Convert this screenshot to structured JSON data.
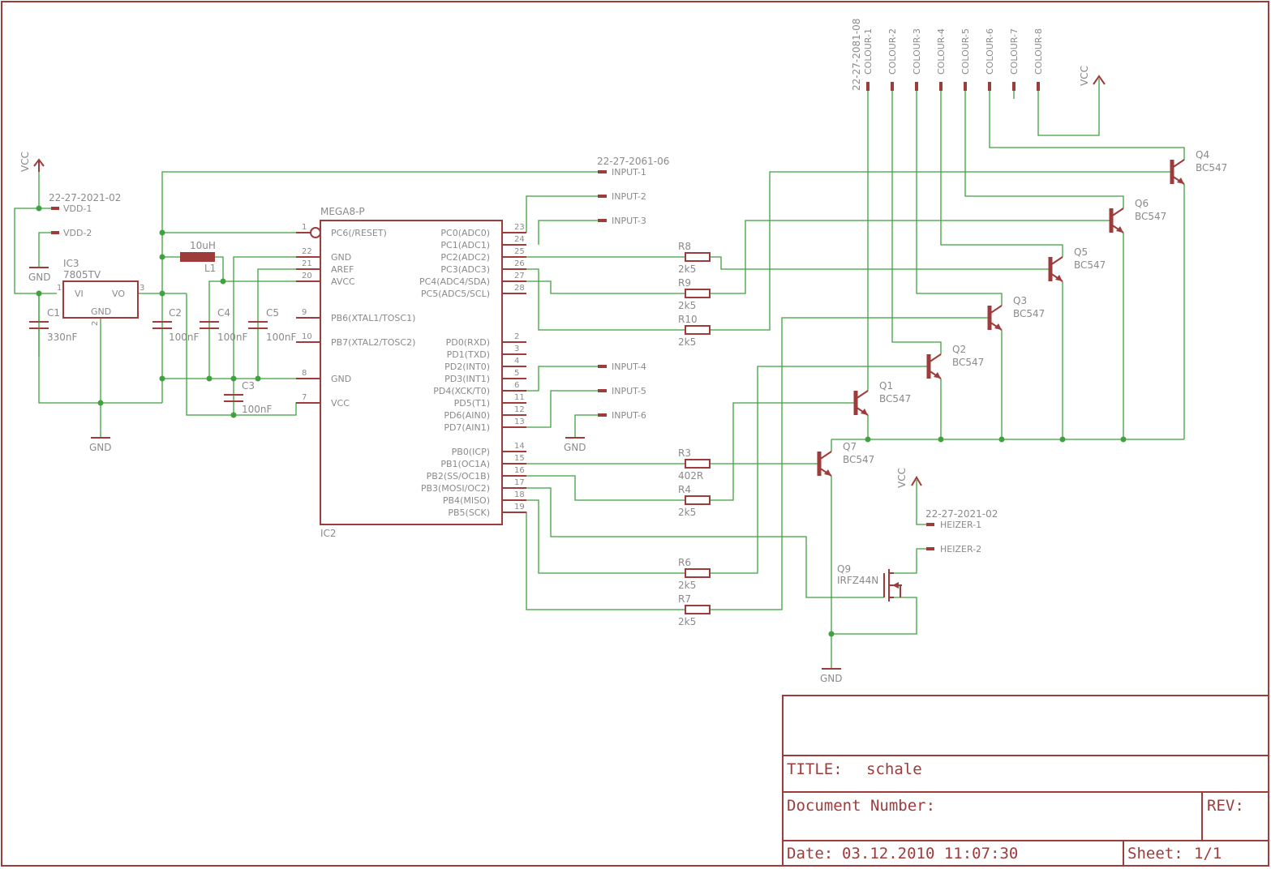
{
  "frame": {
    "title_label": "TITLE:",
    "title": "schale",
    "docnum_label": "Document Number:",
    "rev_label": "REV:",
    "date_label": "Date:",
    "date": "03.12.2010 11:07:30",
    "sheet_label": "Sheet:",
    "sheet": "1/1"
  },
  "power": {
    "vcc": "VCC",
    "gnd": "GND"
  },
  "mcu": {
    "name": "MEGA8-P",
    "ref": "IC2",
    "left_pins": [
      {
        "num": "1",
        "name": "PC6(/RESET)"
      },
      {
        "num": "22",
        "name": "GND"
      },
      {
        "num": "21",
        "name": "AREF"
      },
      {
        "num": "20",
        "name": "AVCC"
      },
      {
        "num": "9",
        "name": "PB6(XTAL1/TOSC1)"
      },
      {
        "num": "10",
        "name": "PB7(XTAL2/TOSC2)"
      },
      {
        "num": "8",
        "name": "GND"
      },
      {
        "num": "7",
        "name": "VCC"
      }
    ],
    "right_pins": [
      {
        "num": "23",
        "name": "PC0(ADC0)"
      },
      {
        "num": "24",
        "name": "PC1(ADC1)"
      },
      {
        "num": "25",
        "name": "PC2(ADC2)"
      },
      {
        "num": "26",
        "name": "PC3(ADC3)"
      },
      {
        "num": "27",
        "name": "PC4(ADC4/SDA)"
      },
      {
        "num": "28",
        "name": "PC5(ADC5/SCL)"
      },
      {
        "num": "2",
        "name": "PD0(RXD)"
      },
      {
        "num": "3",
        "name": "PD1(TXD)"
      },
      {
        "num": "4",
        "name": "PD2(INT0)"
      },
      {
        "num": "5",
        "name": "PD3(INT1)"
      },
      {
        "num": "6",
        "name": "PD4(XCK/T0)"
      },
      {
        "num": "11",
        "name": "PD5(T1)"
      },
      {
        "num": "12",
        "name": "PD6(AIN0)"
      },
      {
        "num": "13",
        "name": "PD7(AIN1)"
      },
      {
        "num": "14",
        "name": "PB0(ICP)"
      },
      {
        "num": "15",
        "name": "PB1(OC1A)"
      },
      {
        "num": "16",
        "name": "PB2(SS/OC1B)"
      },
      {
        "num": "17",
        "name": "PB3(MOSI/OC2)"
      },
      {
        "num": "18",
        "name": "PB4(MISO)"
      },
      {
        "num": "19",
        "name": "PB5(SCK)"
      }
    ]
  },
  "regulator": {
    "ref": "IC3",
    "value": "7805TV",
    "vi": "VI",
    "vo": "VO",
    "gnd": "GND",
    "pin1": "1",
    "pin2": "2",
    "pin3": "3"
  },
  "capacitors": [
    {
      "ref": "C1",
      "value": "330nF"
    },
    {
      "ref": "C2",
      "value": "100nF"
    },
    {
      "ref": "C4",
      "value": "100nF"
    },
    {
      "ref": "C5",
      "value": "100nF"
    },
    {
      "ref": "C3",
      "value": "100nF"
    }
  ],
  "inductor": {
    "ref": "L1",
    "value": "10uH"
  },
  "resistors": [
    {
      "ref": "R8",
      "value": "2k5"
    },
    {
      "ref": "R9",
      "value": "2k5"
    },
    {
      "ref": "R10",
      "value": "2k5"
    },
    {
      "ref": "R3",
      "value": "402R"
    },
    {
      "ref": "R4",
      "value": "2k5"
    },
    {
      "ref": "R6",
      "value": "2k5"
    },
    {
      "ref": "R7",
      "value": "2k5"
    }
  ],
  "transistors": [
    {
      "ref": "Q4",
      "value": "BC547"
    },
    {
      "ref": "Q6",
      "value": "BC547"
    },
    {
      "ref": "Q5",
      "value": "BC547"
    },
    {
      "ref": "Q3",
      "value": "BC547"
    },
    {
      "ref": "Q2",
      "value": "BC547"
    },
    {
      "ref": "Q1",
      "value": "BC547"
    },
    {
      "ref": "Q7",
      "value": "BC547"
    }
  ],
  "mosfet": {
    "ref": "Q9",
    "value": "IRFZ44N"
  },
  "connectors": {
    "vdd": {
      "part": "22-27-2021-02",
      "pins": [
        "VDD-1",
        "VDD-2"
      ]
    },
    "inputs": {
      "part": "22-27-2061-06",
      "pins": [
        "INPUT-1",
        "INPUT-2",
        "INPUT-3",
        "INPUT-4",
        "INPUT-5",
        "INPUT-6"
      ]
    },
    "colour": {
      "part": "22-27-2081-08",
      "pins": [
        "COLOUR-1",
        "COLOUR-2",
        "COLOUR-3",
        "COLOUR-4",
        "COLOUR-5",
        "COLOUR-6",
        "COLOUR-7",
        "COLOUR-8"
      ]
    },
    "heizer": {
      "part": "22-27-2021-02",
      "pins": [
        "HEIZER-1",
        "HEIZER-2"
      ]
    }
  }
}
